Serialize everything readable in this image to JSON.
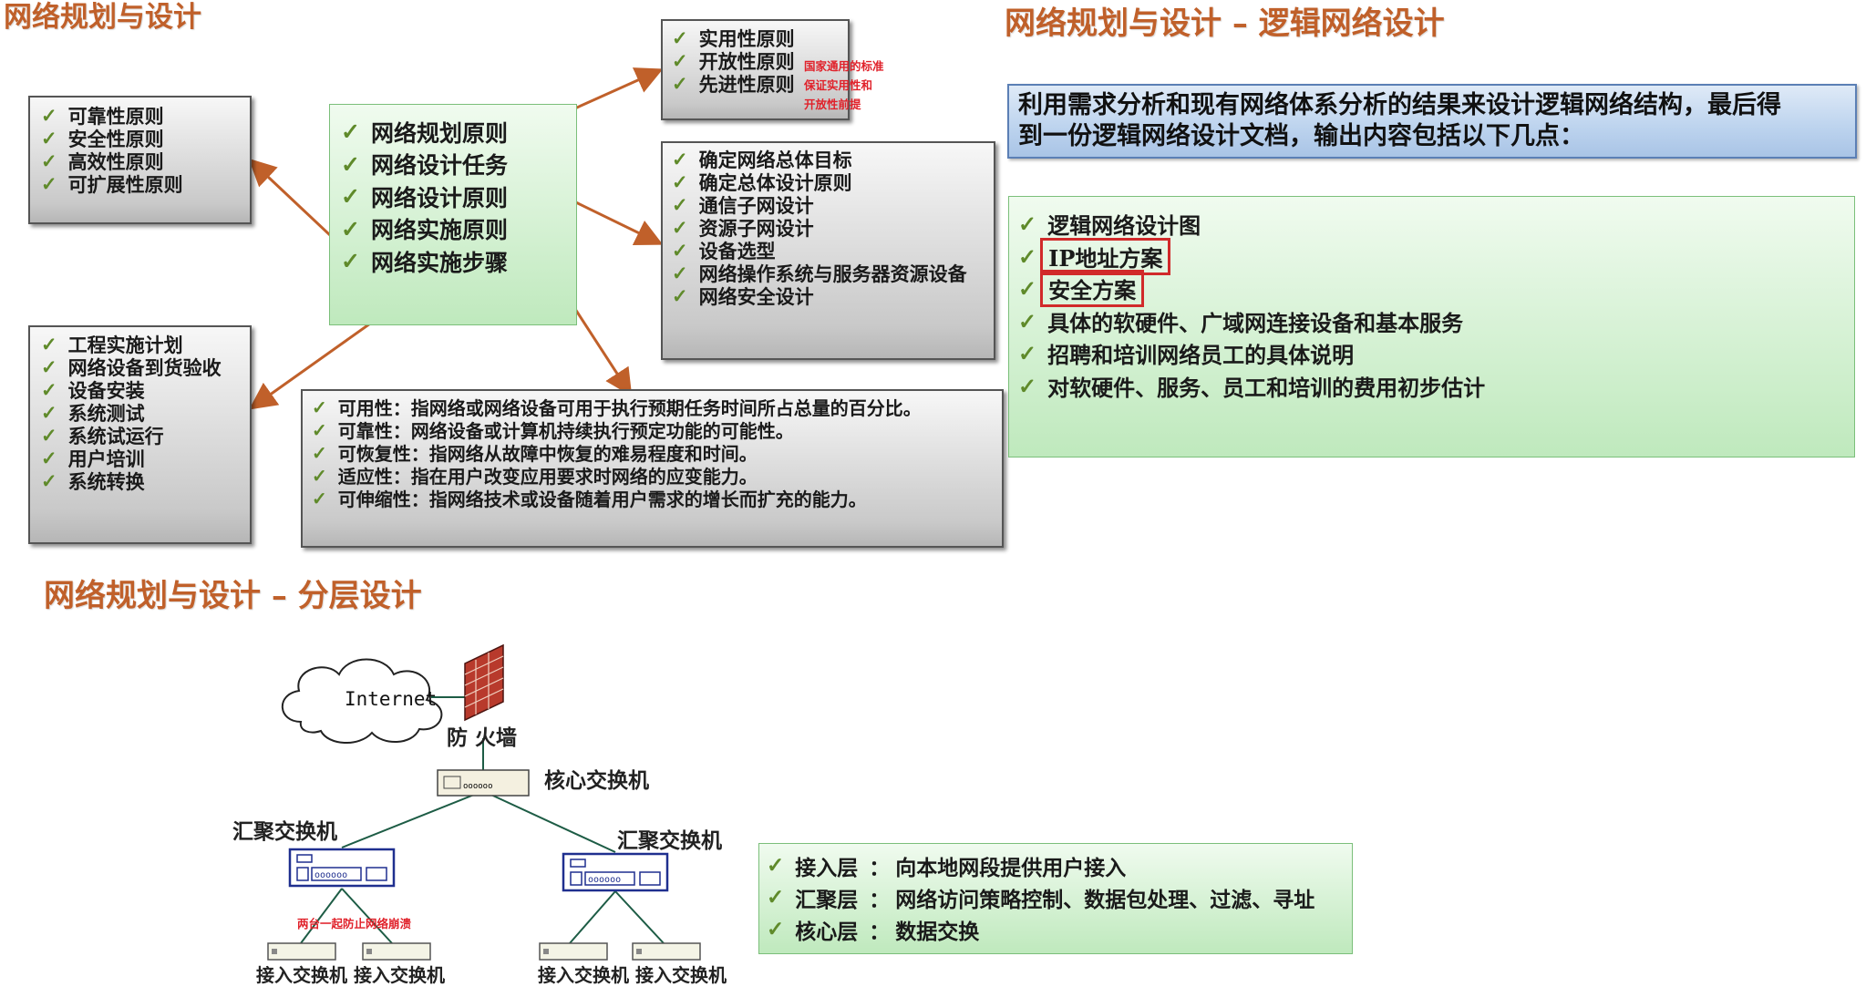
{
  "panel1": {
    "title": "网络规划与设计",
    "center_items": [
      "网络规划原则",
      "网络设计任务",
      "网络设计原则",
      "网络实施原则",
      "网络实施步骤"
    ],
    "left_top_items": [
      "可靠性原则",
      "安全性原则",
      "高效性原则",
      "可扩展性原则"
    ],
    "left_bottom_items": [
      "工程实施计划",
      "网络设备到货验收",
      "设备安装",
      "系统测试",
      "系统试运行",
      "用户培训",
      "系统转换"
    ],
    "right_top_items": [
      "实用性原则",
      "开放性原则",
      "先进性原则"
    ],
    "right_top_note": [
      "国家通用的标准",
      "保证实用性和",
      "开放性前提"
    ],
    "right_mid_items": [
      "确定网络总体目标",
      "确定总体设计原则",
      "通信子网设计",
      "资源子网设计",
      "设备选型",
      "网络操作系统与服务器资源设备",
      "网络安全设计"
    ],
    "bottom_items": [
      "可用性：指网络或网络设备可用于执行预期任务时间所占总量的百分比。",
      "可靠性：网络设备或计算机持续执行预定功能的可能性。",
      "可恢复性：指网络从故障中恢复的难易程度和时间。",
      "适应性：指在用户改变应用要求时网络的应变能力。",
      "可伸缩性：指网络技术或设备随着用户需求的增长而扩充的能力。"
    ]
  },
  "panel2": {
    "title": "网络规划与设计 – 逻辑网络设计",
    "intro": [
      "利用需求分析和现有网络体系分析的结果来设计逻辑网络结构，最后得",
      "到一份逻辑网络设计文档，输出内容包括以下几点："
    ],
    "items": [
      "逻辑网络设计图",
      "IP地址方案",
      "安全方案",
      "具体的软硬件、广域网连接设备和基本服务",
      "招聘和培训网络员工的具体说明",
      "对软硬件、服务、员工和培训的费用初步估计"
    ]
  },
  "panel3": {
    "title": "网络规划与设计 – 分层设计",
    "cloud_label": "Internet",
    "firewall_label": "防 火墙",
    "core_label": "核心交换机",
    "agg_left_label": "汇聚交换机",
    "agg_right_label": "汇聚交换机",
    "access_labels": [
      "接入交换机",
      "接入交换机",
      "接入交换机",
      "接入交换机"
    ],
    "note": "两台一起防止网络崩溃",
    "port_text": "oooooo",
    "layers": [
      {
        "name": "接入层",
        "sep": "：",
        "desc": "向本地网段提供用户接入"
      },
      {
        "name": "汇聚层",
        "sep": "：",
        "desc": "网络访问策略控制、数据包处理、过滤、寻址"
      },
      {
        "name": "核心层",
        "sep": "：",
        "desc": "数据交换"
      }
    ]
  },
  "check_mark": "✓",
  "colors": {
    "title": "#c0602a",
    "check": "#5f8a2a",
    "arrow": "#c0602a",
    "highlight": "#d12a2a",
    "note": "#e0212a"
  }
}
